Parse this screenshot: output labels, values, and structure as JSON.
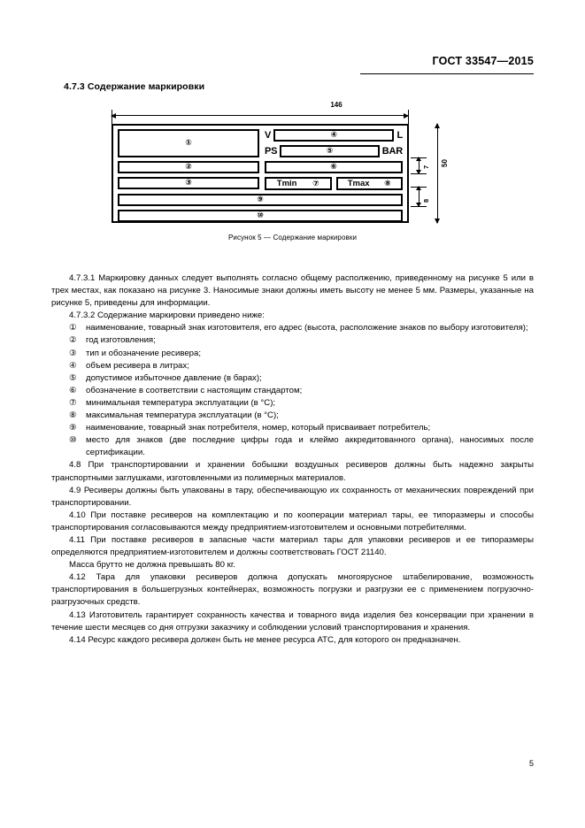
{
  "header": {
    "standard": "ГОСТ 33547—2015"
  },
  "section": {
    "heading": "4.7.3  Содержание маркировки"
  },
  "figure": {
    "caption": "Рисунок 5 — Содержание маркировки",
    "dimensions": {
      "width": "146",
      "height": "50",
      "band_upper": "7",
      "band_lower": "8"
    },
    "markers": {
      "m1": "①",
      "m2": "②",
      "m3": "③",
      "m4": "④",
      "m5": "⑤",
      "m6": "⑥",
      "m7": "⑦",
      "m8": "⑧",
      "m9": "⑨",
      "m10": "⑩"
    },
    "labels": {
      "volume_symbol": "V",
      "volume_unit": "L",
      "pressure_symbol": "PS",
      "pressure_unit": "BAR",
      "tmin": "Tmin",
      "tmax": "Tmax"
    }
  },
  "body": {
    "p_4731": "4.7.3.1  Маркировку данных следует выполнять согласно общему располжению, приведенному на рисунке 5 или в трех местах, как показано на рисунке 3. Наносимые знаки должны иметь высоту не менее 5 мм. Размеры, указанные на рисунке 5, приведены для информации.",
    "p_4732": "4.7.3.2  Содержание маркировки приведено ниже:",
    "items": [
      {
        "marker": "①",
        "text": "наименование, товарный знак изготовителя, его адрес (высота, расположение знаков по выбору изготовителя);"
      },
      {
        "marker": "②",
        "text": "год изготовления;"
      },
      {
        "marker": "③",
        "text": "тип и обозначение ресивера;"
      },
      {
        "marker": "④",
        "text": "объем ресивера в литрах;"
      },
      {
        "marker": "⑤",
        "text": "допустимое избыточное давление (в барах);"
      },
      {
        "marker": "⑥",
        "text": "обозначение в соответствии с настоящим стандартом;"
      },
      {
        "marker": "⑦",
        "text": "минимальная температура эксплуатации (в °С);"
      },
      {
        "marker": "⑧",
        "text": "максимальная температура эксплуатации (в °С);"
      },
      {
        "marker": "⑨",
        "text": "наименование, товарный знак потребителя, номер, который присваивает потребитель;"
      },
      {
        "marker": "⑩",
        "text": "место для знаков (две последние цифры года и клеймо аккредитованного органа),  наносимых после сертификации."
      }
    ],
    "p_48": "4.8  При транспортировании и хранении бобышки воздушных ресиверов должны быть надежно закрыты транспортными заглушками, изготовленными из полимерных материалов.",
    "p_49": "4.9  Ресиверы должны быть упакованы в тару, обеспечивающую их сохранность от механических повреждений при транспортировании.",
    "p_410": "4.10  При поставке ресиверов на комплектацию и по кооперации материал тары, ее типоразмеры и способы транспортирования согласовываются между предприятием-изготовителем и основными потребителями.",
    "p_411": "4.11  При поставке ресиверов в запасные части материал тары для упаковки ресиверов и ее типоразмеры определяются предприятием-изготовителем и должны соответствовать ГОСТ 21140.",
    "p_411b": "Масса брутто не должна превышать 80 кг.",
    "p_412": "4.12  Тара для упаковки ресиверов должна допускать многоярусное штабелирование, возможность транспортирования в большегрузных контейнерах, возможность погрузки и разгрузки ее с применением погрузочно-разгрузочных средств.",
    "p_413": "4.13  Изготовитель гарантирует сохранность качества и товарного вида изделия без консервации при хранении в течение шести месяцев со дня отгрузки заказчику и соблюдении условий транспортирования и хранения.",
    "p_414": "4.14  Ресурс каждого ресивера должен быть не менее ресурса АТС, для которого он предназначен."
  },
  "footer": {
    "page_number": "5"
  }
}
